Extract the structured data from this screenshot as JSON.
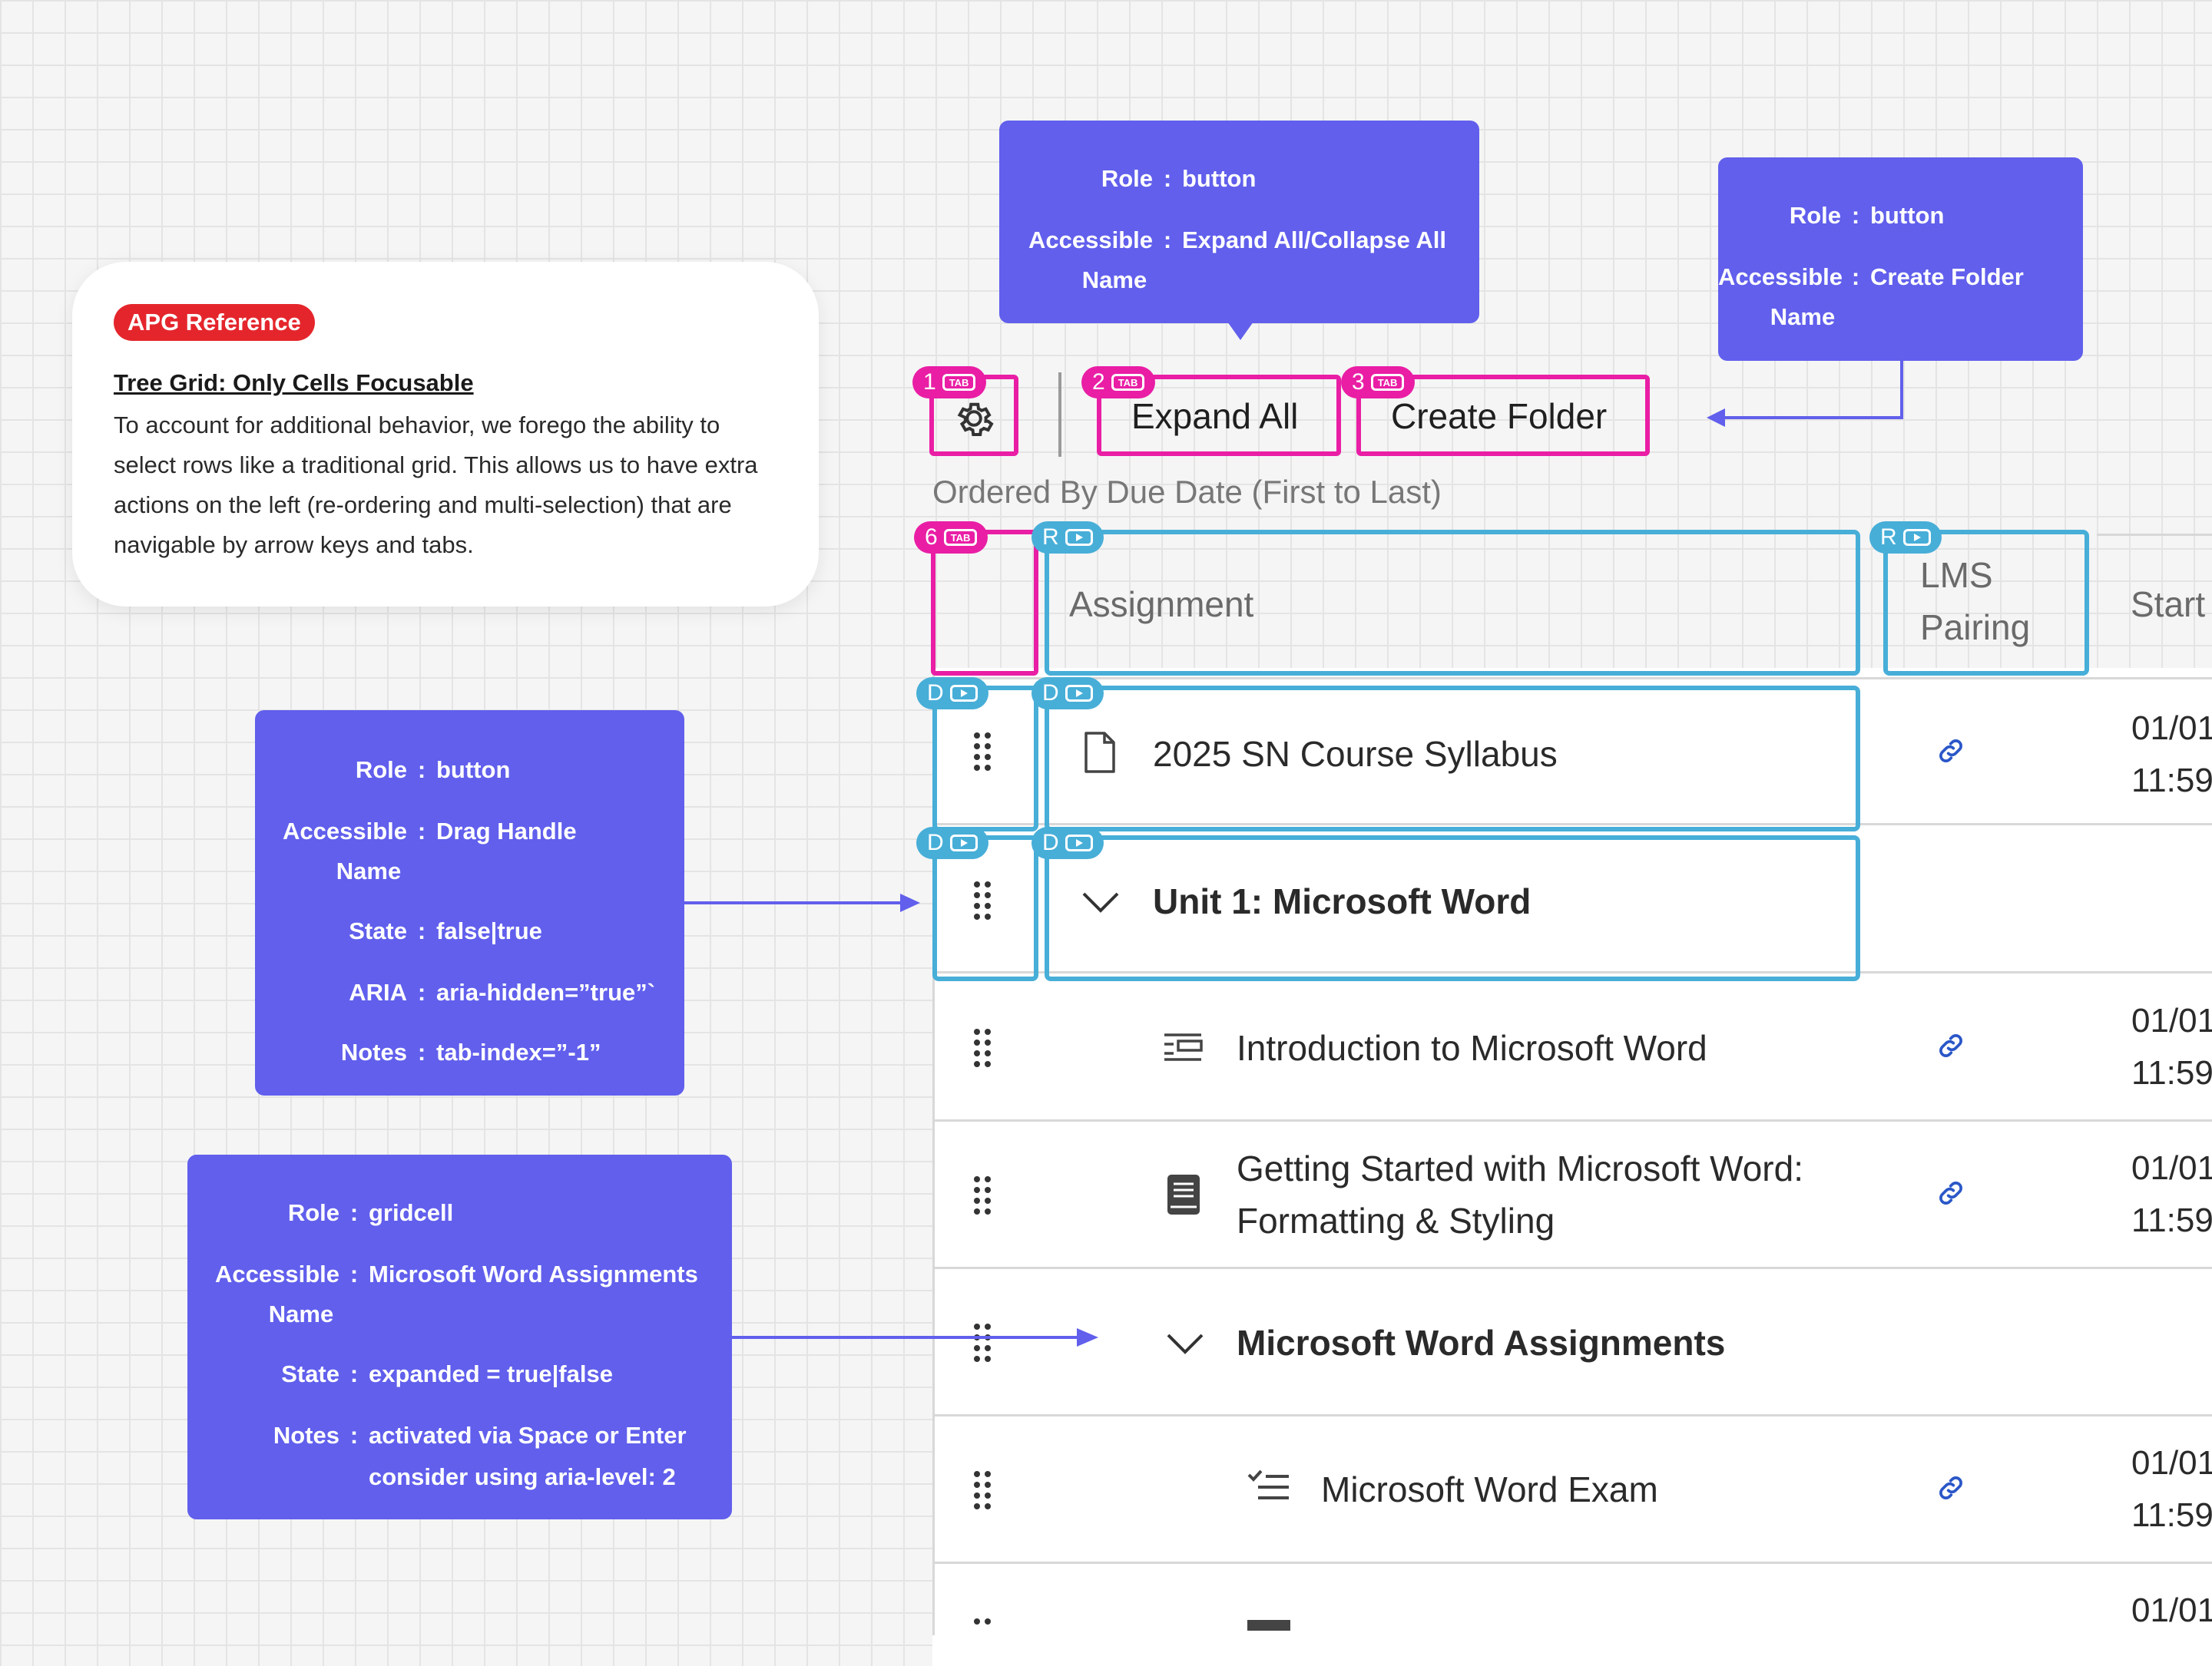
{
  "apg": {
    "badge": "APG Reference",
    "title": "Tree Grid: Only Cells Focusable",
    "body": "To account for additional behavior, we forego the ability to select rows like a traditional grid. This allows us to have extra actions on the left (re-ordering and multi-selection) that are navigable by arrow keys and tabs."
  },
  "annotations": {
    "expand": {
      "role_key": "Role",
      "role": "button",
      "acc_key": "Accessible",
      "acc_key2": "Name",
      "acc": "Expand All/Collapse All"
    },
    "create": {
      "role_key": "Role",
      "role": "button",
      "acc_key": "Accessible",
      "acc_key2": "Name",
      "acc": "Create Folder"
    },
    "drag": {
      "role_key": "Role",
      "role": "button",
      "acc_key": "Accessible",
      "acc_key2": "Name",
      "acc": "Drag Handle",
      "state_key": "State",
      "state": "false|true",
      "aria_key": "ARIA",
      "aria": "aria-hidden=”true”`",
      "notes_key": "Notes",
      "notes": "tab-index=”-1”"
    },
    "gridcell": {
      "role_key": "Role",
      "role": "gridcell",
      "acc_key": "Accessible",
      "acc_key2": "Name",
      "acc": "Microsoft Word Assignments",
      "state_key": "State",
      "state": "expanded = true|false",
      "notes_key": "Notes",
      "notes": "activated via Space or Enter",
      "notes2": "consider using aria-level: 2"
    }
  },
  "toolbar": {
    "expand_label": "Expand All",
    "create_label": "Create Folder",
    "ordered_by": "Ordered By Due Date (First to Last)",
    "tab1_num": "1",
    "tab2_num": "2",
    "tab3_num": "3",
    "tab6_num": "6",
    "tab_badge": "TAB"
  },
  "tags": {
    "r": "R",
    "d": "D"
  },
  "table": {
    "col_assignment": "Assignment",
    "col_lms_1": "LMS",
    "col_lms_2": "Pairing",
    "col_start": "Start",
    "rows": [
      {
        "title": "2025 SN Course Syllabus",
        "date1": "01/01",
        "date2": "11:59"
      },
      {
        "title": "Unit 1: Microsoft Word"
      },
      {
        "title": "Introduction to Microsoft Word",
        "date1": "01/01",
        "date2": "11:59"
      },
      {
        "title": "Getting Started with Microsoft Word:",
        "title2": "Formatting & Styling",
        "date1": "01/01",
        "date2": "11:59"
      },
      {
        "title": "Microsoft Word Assignments"
      },
      {
        "title": "Microsoft Word Exam",
        "date1": "01/01",
        "date2": "11:59"
      },
      {
        "date1": "01/01"
      }
    ]
  },
  "colors": {
    "annotation": "#615fec",
    "focus_tab": "#e91ea5",
    "focus_arrow": "#47aed8",
    "badge": "#e4262c"
  }
}
